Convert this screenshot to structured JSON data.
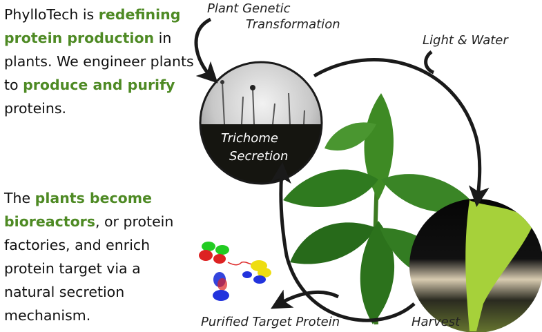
{
  "intro": {
    "p1": [
      {
        "text": "PhylloTech is ",
        "highlight": false
      },
      {
        "text": "redefining protein production",
        "highlight": true
      },
      {
        "text": " in plants.  We engineer plants to ",
        "highlight": false
      },
      {
        "text": "produce and purify",
        "highlight": true
      },
      {
        "text": " proteins.",
        "highlight": false
      }
    ],
    "p2": [
      {
        "text": "The ",
        "highlight": false
      },
      {
        "text": "plants become bioreactors",
        "highlight": true
      },
      {
        "text": ", or protein factories, and enrich protein target via a natural secretion mechanism.",
        "highlight": false
      }
    ]
  },
  "diagram": {
    "label_genetic_1": "Plant Genetic",
    "label_genetic_2": "Transformation",
    "label_light": "Light & Water",
    "label_trichome_1": "Trichome",
    "label_trichome_2": "Secretion",
    "label_purified": "Purified Target Protein",
    "label_harvest": "Harvest"
  },
  "colors": {
    "highlight": "#4e8a24",
    "arrow": "#1a1a1a",
    "leaf": "#2f7a1f"
  }
}
